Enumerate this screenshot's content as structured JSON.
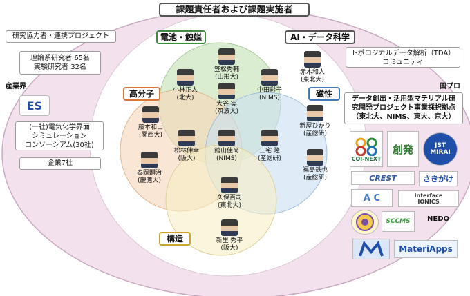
{
  "title": "課題責任者および課題実施者",
  "left": {
    "collab_project": "研究協力者・連携プロジェクト",
    "researchers_line1": "理論系研究者 65名",
    "researchers_line2": "実験研究者 32名",
    "industry_label": "産業界",
    "es_logo": "ES",
    "consortium_line1": "(一社)電気化学界面",
    "consortium_line2": "シミュレーション",
    "consortium_line3": "コンソーシアム(30社)",
    "companies": "企業7社"
  },
  "categories": {
    "battery": "電池・触媒",
    "ai": "AI・データ科学",
    "polymer": "高分子",
    "magnet": "磁性",
    "structure": "構造"
  },
  "people": [
    {
      "name": "笠松秀輔",
      "affil": "(山形大)"
    },
    {
      "name": "小林正人",
      "affil": "(北大)"
    },
    {
      "name": "大谷 実",
      "affil": "(筑波大)"
    },
    {
      "name": "中田彩子",
      "affil": "(NIMS)"
    },
    {
      "name": "赤木和人",
      "affil": "(東北大)"
    },
    {
      "name": "藤本和士",
      "affil": "(関西大)"
    },
    {
      "name": "松林伸幸",
      "affil": "(阪大)"
    },
    {
      "name": "館山佳尚",
      "affil": "(NIMS)"
    },
    {
      "name": "三宅 隆",
      "affil": "(産総研)"
    },
    {
      "name": "新屋ひかり",
      "affil": "(産総研)"
    },
    {
      "name": "泰岡顕治",
      "affil": "(慶應大)"
    },
    {
      "name": "福島鉄也",
      "affil": "(産総研)"
    },
    {
      "name": "久保百司",
      "affil": "(東北大)"
    },
    {
      "name": "新里 秀平",
      "affil": "(阪大)"
    }
  ],
  "right": {
    "tda_line1": "トポロジカルデータ解析（TDA）",
    "tda_line2": "コミュニティ",
    "national_label": "国プロ",
    "dxmag_line1": "データ創出・活用型マテリアル研",
    "dxmag_line2": "究開発プロジェクト事業採択拠点",
    "dxmag_line3": "（東北大、NIMS、東大、京大）",
    "logos": {
      "coinext": "COI-NEXT",
      "sou": "創発",
      "jst_line1": "JST",
      "jst_line2": "MIRAI",
      "crest": "CREST",
      "sakigake": "さきがけ",
      "acc": "A C",
      "ionics_line1": "Interface",
      "ionics_line2": "IONICS",
      "sccms": "SCCMS",
      "nedo": "NEDO",
      "materiapps": "MateriApps"
    }
  }
}
